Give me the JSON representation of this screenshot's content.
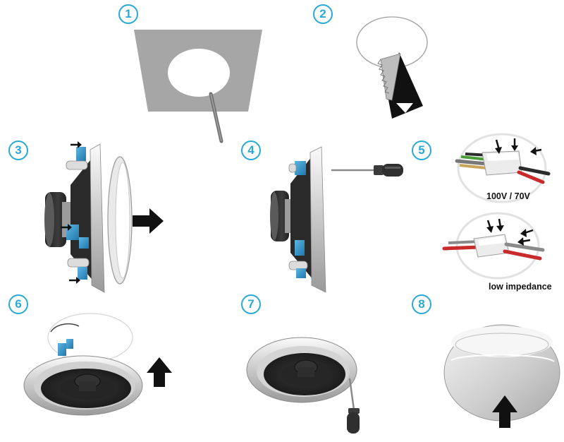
{
  "steps": [
    "1",
    "2",
    "3",
    "4",
    "5",
    "6",
    "7",
    "8"
  ],
  "labels": {
    "high_voltage": "100V / 70V",
    "low_impedance": "low impedance"
  },
  "colors": {
    "accent": "#29a9d6",
    "bracket_blue": "#2e8fc6",
    "cone": "#2b2b2b",
    "metal": "#c9c9c9",
    "arrow": "#111111"
  }
}
